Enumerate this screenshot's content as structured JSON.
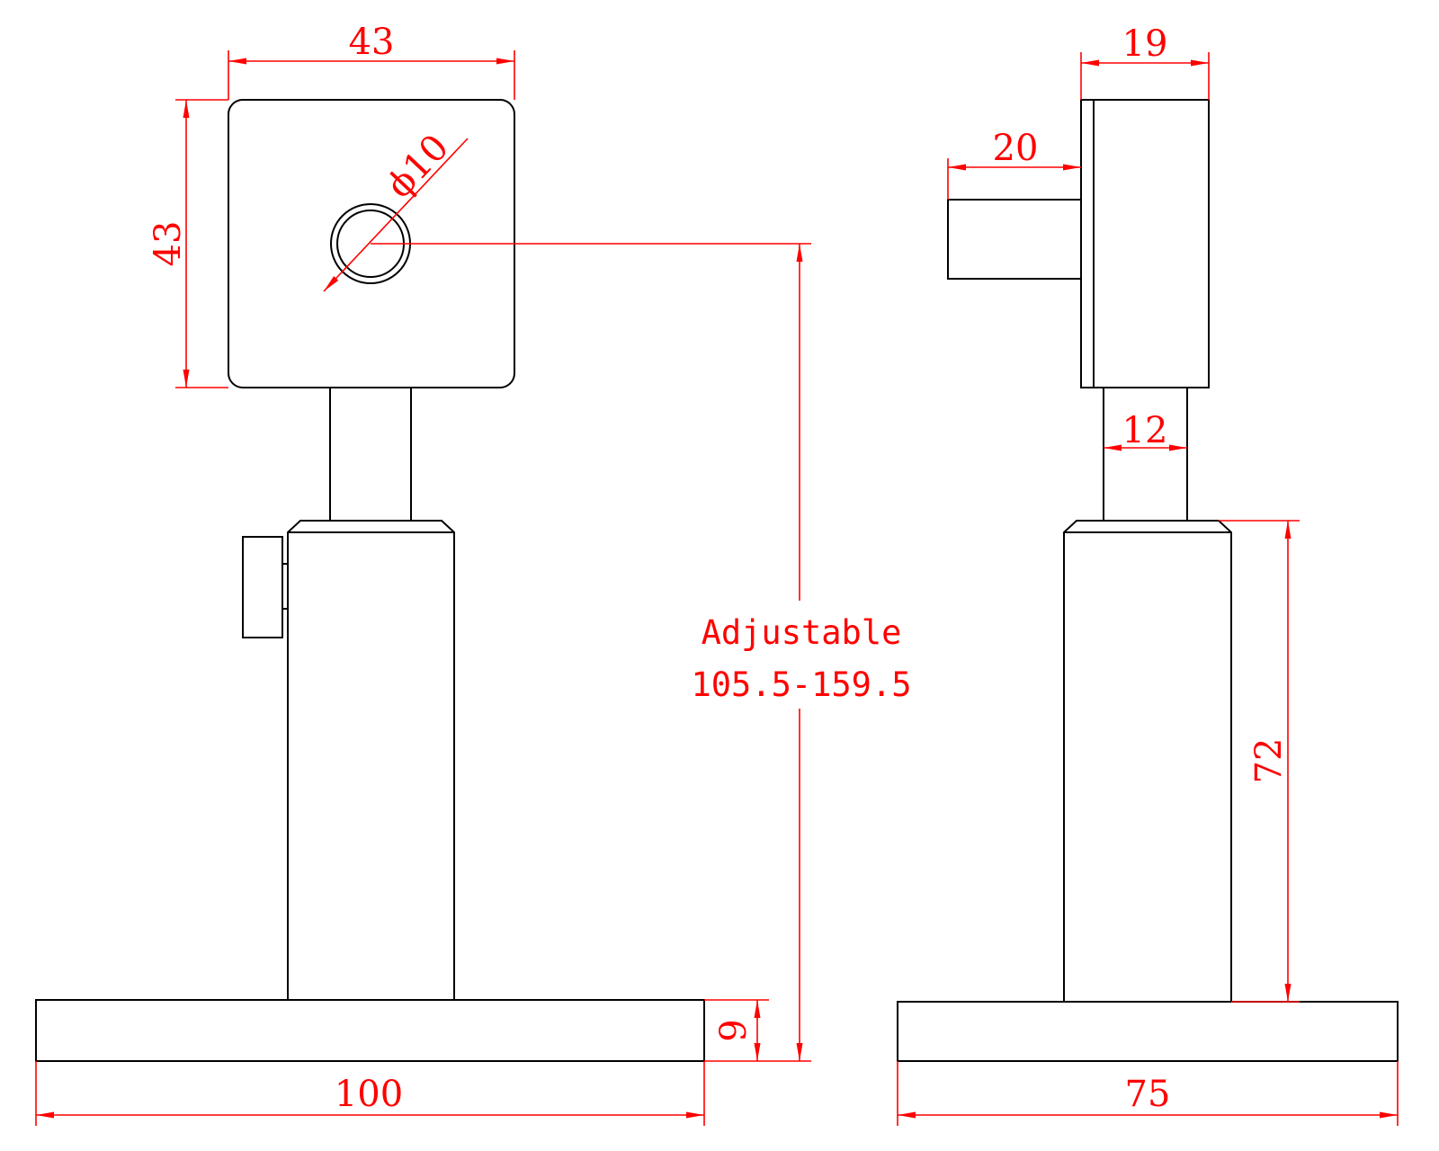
{
  "colors": {
    "outline": "#000000",
    "dimension": "#ff0000",
    "background": "#ffffff"
  },
  "front_view": {
    "head_width": "43",
    "head_height": "43",
    "hole_diameter": "ϕ10",
    "base_thickness": "9",
    "base_length": "100",
    "height_note_line1": "Adjustable",
    "height_note_line2": "105.5-159.5"
  },
  "side_view": {
    "head_depth": "19",
    "lens_tube_length": "20",
    "post_diameter": "12",
    "post_holder_height": "72",
    "base_width": "75"
  }
}
